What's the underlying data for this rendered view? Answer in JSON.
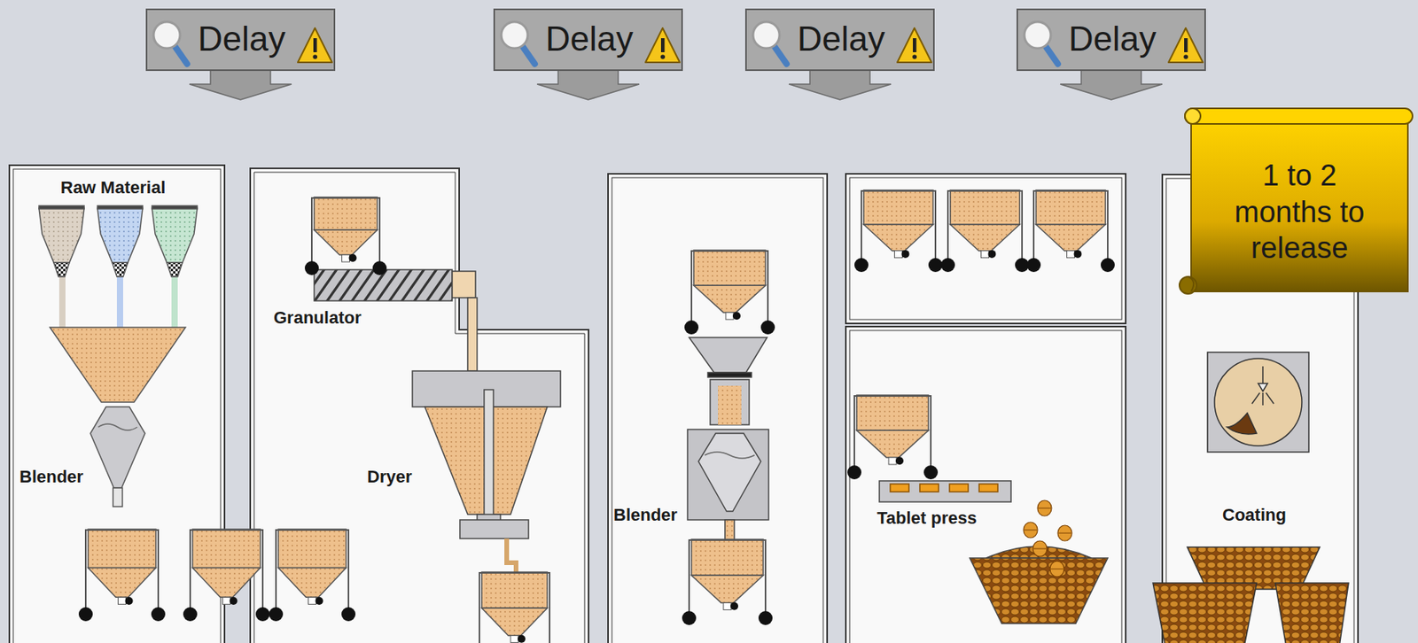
{
  "diagram": {
    "nodes": [
      {
        "text": [
          "Delay"
        ]
      },
      {
        "text": [
          "Delay"
        ]
      },
      {
        "text": [
          "Delay"
        ]
      },
      {
        "text": [
          "Delay"
        ]
      },
      {
        "text": [
          "1 to 2 months to release"
        ]
      },
      {
        "text": [
          "Raw Material",
          "Blender"
        ]
      },
      {
        "text": [
          "Granulator",
          "Dryer"
        ]
      },
      {
        "text": [
          "Blender"
        ]
      },
      {
        "text": [
          "Tablet press"
        ]
      },
      {
        "text": [
          "Coating"
        ]
      }
    ]
  }
}
